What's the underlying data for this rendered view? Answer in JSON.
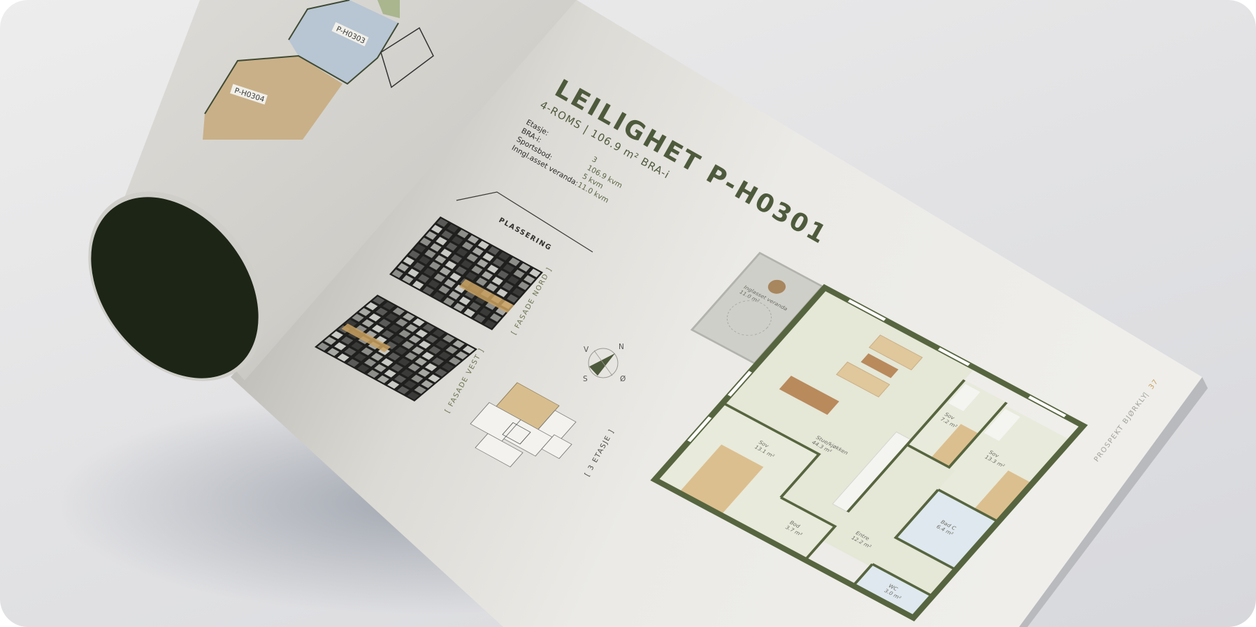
{
  "colors": {
    "accent_green": "#56653f",
    "title_dark": "#2f322a",
    "gold": "#c9a15f",
    "page": "#ecebe7",
    "curl_inside": "#1d2616"
  },
  "left_page": {
    "units": [
      "P-H0303",
      "P-H0304"
    ]
  },
  "header": {
    "title": "LEILIGHET P-H0301",
    "subtitle": "4-ROMS | 106.9 m² BRA-i"
  },
  "specs": [
    {
      "label": "Etasje:",
      "value": "3"
    },
    {
      "label": "BRA-i:",
      "value": "106.9 kvm"
    },
    {
      "label": "Sportsbod:",
      "value": "5 kvm"
    },
    {
      "label": "Inngl.asset veranda:",
      "value": "11.0 kvm"
    }
  ],
  "placement": {
    "heading": "PLASSERING",
    "facade_north": "[ FASADE NORD ]",
    "facade_west": "[ FASADE VEST ]",
    "floor_label": "[ 3 ETASJE ]"
  },
  "compass": {
    "n": "N",
    "s": "S",
    "e": "Ø",
    "w": "V"
  },
  "rooms": {
    "veranda": {
      "name": "Inglasset veranda",
      "area": "11.0 m²"
    },
    "living": {
      "name": "Stue/kjøkken",
      "area": "44.3 m²"
    },
    "bed1": {
      "name": "Sov",
      "area": "13.1 m²"
    },
    "bed2": {
      "name": "Sov",
      "area": "7.2 m²"
    },
    "bed3": {
      "name": "Sov",
      "area": "13.3 m²"
    },
    "bath": {
      "name": "Bad C",
      "area": "6.4 m²"
    },
    "storage": {
      "name": "Bod",
      "area": "3.7 m²"
    },
    "entry": {
      "name": "Entre",
      "area": "12.2 m²"
    },
    "wc": {
      "name": "WC",
      "area": "3.0 m²"
    }
  },
  "footer": {
    "brand": "PROSPEKT BJØRKLY",
    "separator": "|",
    "page_number": "37"
  }
}
